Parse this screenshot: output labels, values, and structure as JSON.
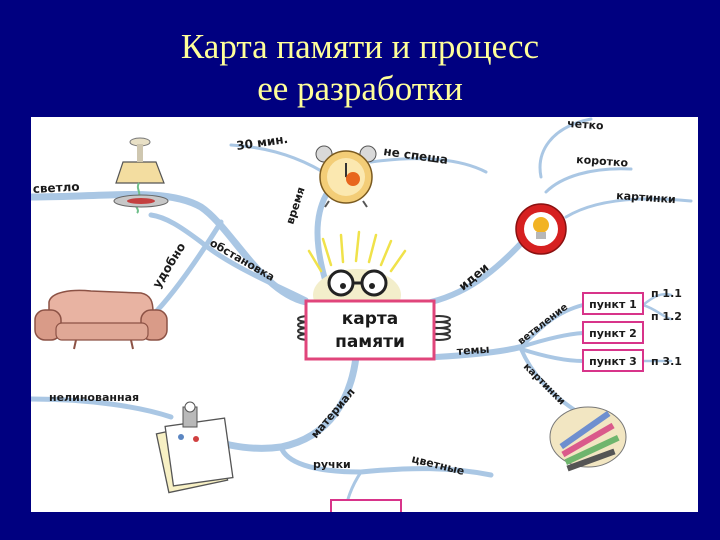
{
  "slide": {
    "title_line1": "Карта памяти и процесс",
    "title_line2": "ее разработки"
  },
  "mindmap": {
    "center": {
      "line1": "карта",
      "line2": "памяти"
    },
    "branches": {
      "time_30": "30 мин.",
      "no_rush": "не спеша",
      "time": "время",
      "clearly": "четко",
      "short": "коротко",
      "pictures_top": "картинки",
      "ideas": "идеи",
      "light": "светло",
      "comfortable": "удобно",
      "setting": "обстановка",
      "branching": "ветвление",
      "item1": "пункт 1",
      "item2": "пункт 2",
      "item3": "пункт 3",
      "p11": "п 1.1",
      "p12": "п 1.2",
      "p31": "п 3.1",
      "topics": "темы",
      "pictures_bottom": "картинки",
      "unlined": "нелинованная",
      "material": "материал",
      "pens": "ручки",
      "colored": "цветные"
    }
  },
  "colors": {
    "background": "#000080",
    "title": "#ffff99",
    "panel": "#ffffff",
    "branch": "#aac7e4",
    "center_frame": "#e0457b",
    "item_frame": "#d8348a",
    "bulb_red": "#d62020"
  }
}
